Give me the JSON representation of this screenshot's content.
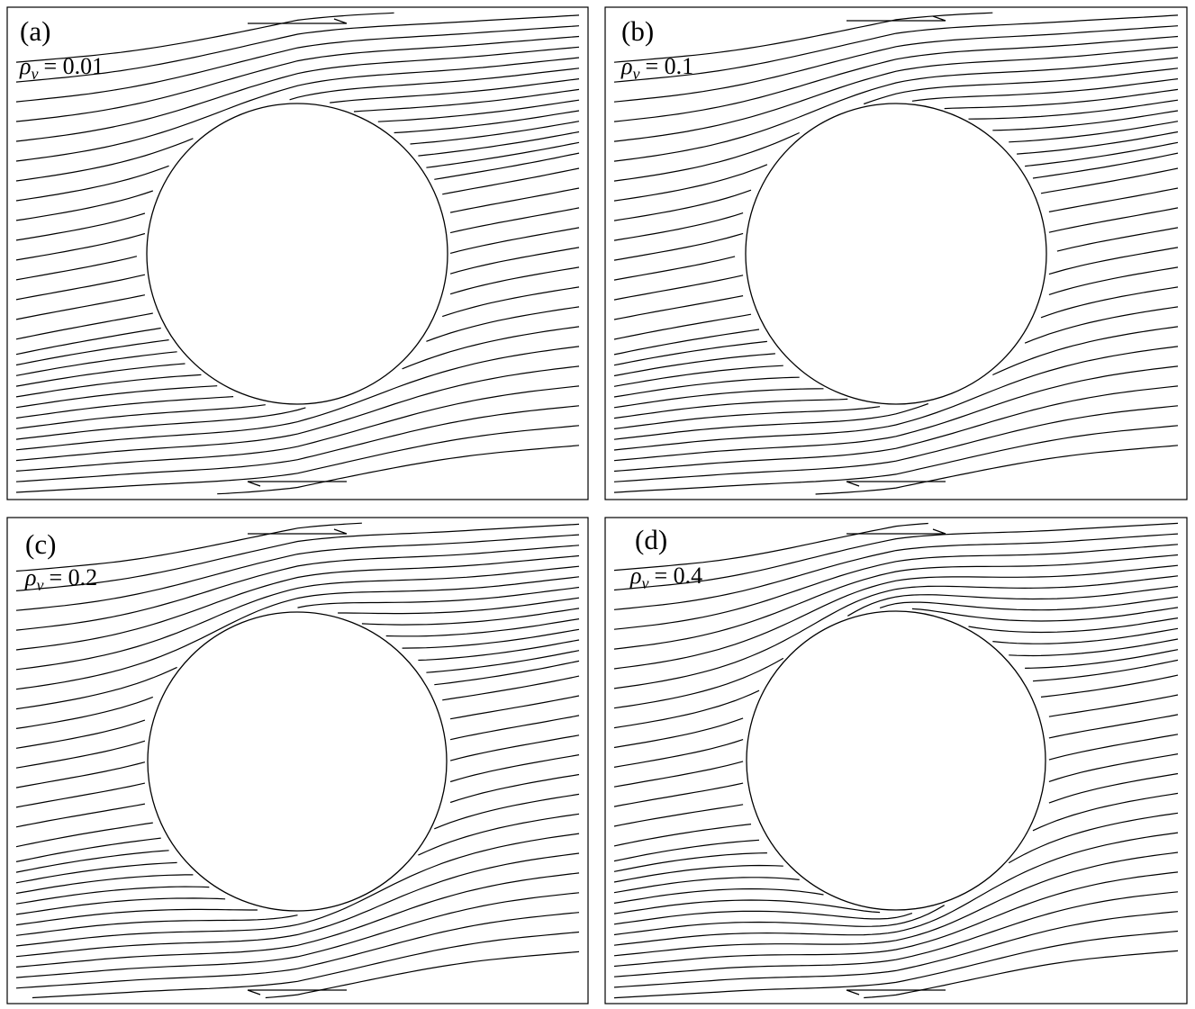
{
  "panels": [
    {
      "id": "a",
      "label": "(a)",
      "symbol": "ρ",
      "subscript": "v",
      "value_text": "= 0.01",
      "rho_v": 0.01
    },
    {
      "id": "b",
      "label": "(b)",
      "symbol": "ρ",
      "subscript": "v",
      "value_text": "= 0.1",
      "rho_v": 0.1
    },
    {
      "id": "c",
      "label": "(c)",
      "symbol": "ρ",
      "subscript": "v",
      "value_text": "= 0.2",
      "rho_v": 0.2
    },
    {
      "id": "d",
      "label": "(d)",
      "symbol": "ρ",
      "subscript": "v",
      "value_text": "= 0.4",
      "rho_v": 0.4
    }
  ],
  "flow": {
    "top_arrow_direction": "right",
    "bottom_arrow_direction": "left",
    "obstacle": "circle",
    "streamline_count": 30
  }
}
